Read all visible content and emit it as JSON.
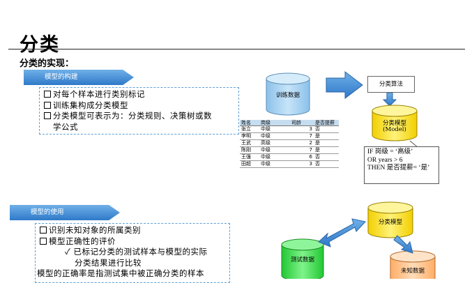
{
  "header": {
    "title": "分类",
    "subtitle": "分类的实现："
  },
  "section1": {
    "tag": "模型的构建",
    "items": [
      {
        "checkbox": true,
        "text": "对每个样本进行类别标记"
      },
      {
        "checkbox": true,
        "text": "训练集构成分类模型"
      },
      {
        "checkbox": true,
        "text": "分类模型可表示为：分类规则、决策树或数"
      },
      {
        "checkbox": false,
        "text": "学公式"
      }
    ]
  },
  "section2": {
    "tag": "模型的使用",
    "items": [
      {
        "checkbox": true,
        "text": "识别未知对象的所属类别"
      },
      {
        "checkbox": true,
        "text": "模型正确性的评价"
      }
    ],
    "subitem": {
      "mark": "✓",
      "lines": [
        "已标记分类的测试样本与模型的实际",
        "分类结果进行比较"
      ]
    },
    "tail": "模型的正确率是指测试集中被正确分类的样本"
  },
  "diagram1": {
    "training_db": "训练数据",
    "algorithm": "分类算法",
    "model_db": "分类模型",
    "model_sub": "(Model)",
    "rules": [
      "IF 岗级 = ‘高级’",
      "OR years > 6",
      "THEN 是否提薪= ‘是’"
    ],
    "table": {
      "headers": [
        "姓名",
        "岗级",
        "司龄",
        "是否提薪"
      ],
      "rows": [
        [
          "张立",
          "中级",
          "3",
          "否"
        ],
        [
          "李明",
          "中级",
          "7",
          "是"
        ],
        [
          "王武",
          "高级",
          "2",
          "是"
        ],
        [
          "陈刚",
          "中级",
          "7",
          "是"
        ],
        [
          "王强",
          "中级",
          "6",
          "否"
        ],
        [
          "田超",
          "中级",
          "3",
          "否"
        ]
      ]
    }
  },
  "diagram2": {
    "model_db": "分类模型",
    "test_db": "测试数据",
    "unknown_db": "未知数据"
  },
  "colors": {
    "cylinder_blue": "#a9d1ee",
    "cylinder_yellow": "#ffe100",
    "cylinder_green": "#3cdc49",
    "cylinder_orange": "#ffc48a",
    "arrow_blue": "#3a83c9",
    "panel_border": "#5f9fd6"
  }
}
